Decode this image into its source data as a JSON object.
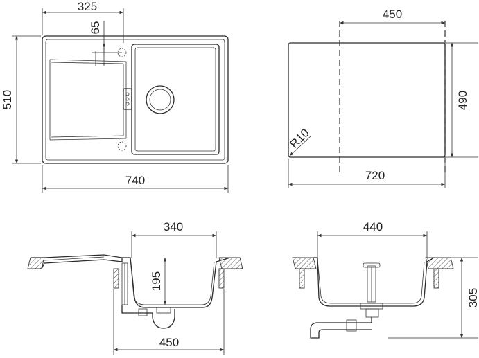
{
  "top_view": {
    "width_label": "740",
    "depth_label": "510",
    "bowl_offset_label": "325",
    "overflow_offset_label": "65"
  },
  "cutout_view": {
    "width_label": "720",
    "depth_label": "490",
    "center_width_label": "450",
    "radius_label": "R10"
  },
  "section_front": {
    "bowl_width_label": "340",
    "bowl_depth_label": "195",
    "base_width_label": "450"
  },
  "section_side": {
    "bowl_width_label": "440",
    "total_depth_label": "305"
  }
}
